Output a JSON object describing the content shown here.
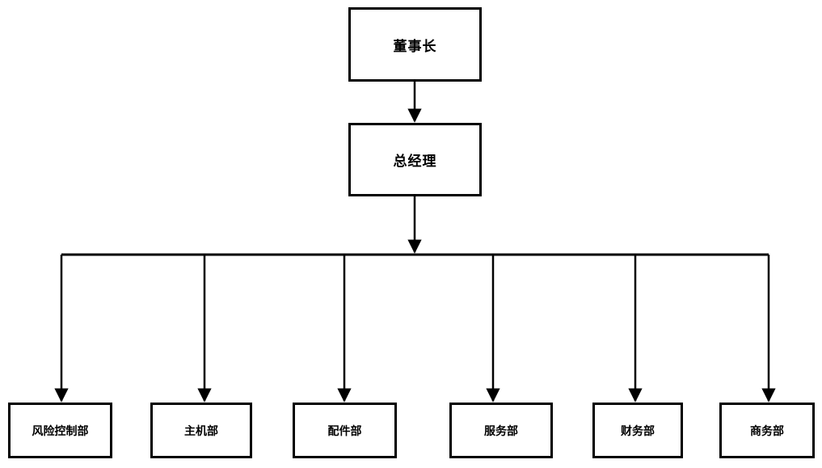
{
  "root": {
    "label": "董事长"
  },
  "manager": {
    "label": "总经理"
  },
  "departments": [
    {
      "label": "风险控制部"
    },
    {
      "label": "主机部"
    },
    {
      "label": "配件部"
    },
    {
      "label": "服务部"
    },
    {
      "label": "财务部"
    },
    {
      "label": "商务部"
    }
  ],
  "colors": {
    "line": "#000000",
    "box_border": "#000000",
    "background": "#ffffff"
  }
}
